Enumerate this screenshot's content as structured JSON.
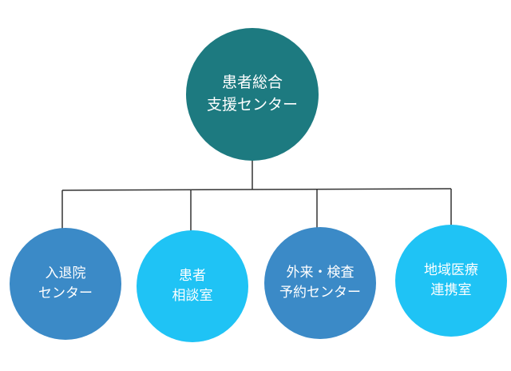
{
  "root": {
    "line1": "患者総合",
    "line2": "支援センター"
  },
  "children": [
    {
      "line1": "入退院",
      "line2": "センター"
    },
    {
      "line1": "患者",
      "line2": "相談室"
    },
    {
      "line1": "外来・検査",
      "line2": "予約センター"
    },
    {
      "line1": "地域医療",
      "line2": "連携室"
    }
  ],
  "colors": {
    "root": "#1d7a80",
    "dark": "#3b8ac7",
    "light": "#1fc3f5",
    "line": "#333333"
  }
}
